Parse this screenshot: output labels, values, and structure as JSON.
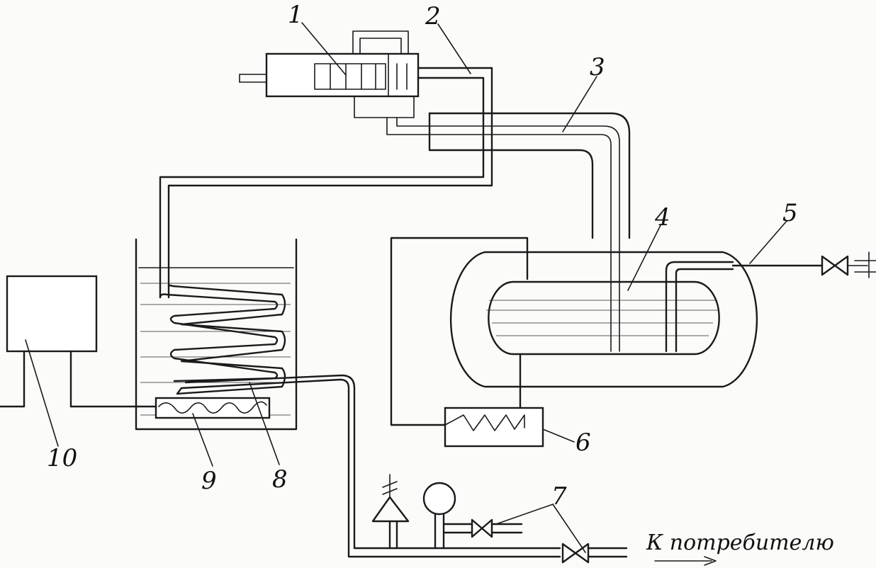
{
  "labels": {
    "l1": "1",
    "l2": "2",
    "l3": "3",
    "l4": "4",
    "l5": "5",
    "l6": "6",
    "l7": "7",
    "l8": "8",
    "l9": "9",
    "l10": "10"
  },
  "caption": "К потребителю",
  "colors": {
    "ink": "#1a1a1a",
    "paper": "#fbfbf9"
  }
}
